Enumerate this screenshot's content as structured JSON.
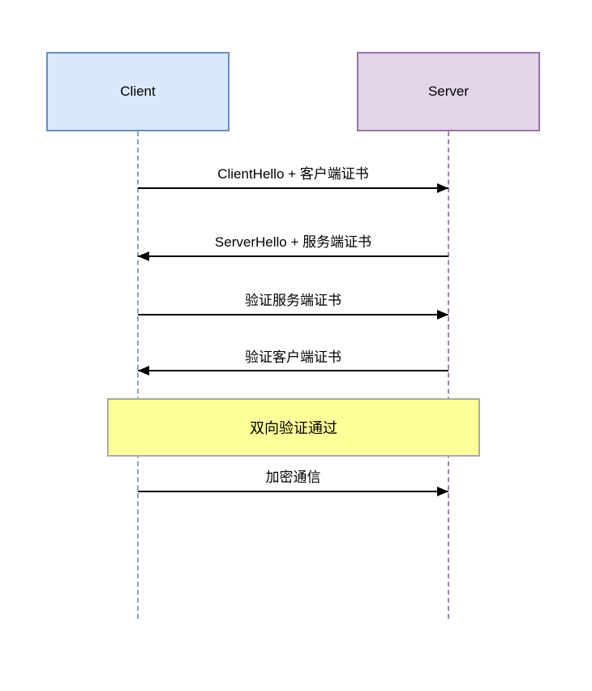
{
  "diagram": {
    "type": "sequence",
    "actors": [
      {
        "label": "Client"
      },
      {
        "label": "Server"
      }
    ],
    "messages": [
      {
        "label": "ClientHello + 客户端证书",
        "from": "Client",
        "to": "Server",
        "direction": "right"
      },
      {
        "label": "ServerHello + 服务端证书",
        "from": "Server",
        "to": "Client",
        "direction": "left"
      },
      {
        "label": "验证服务端证书",
        "from": "Client",
        "to": "Server",
        "direction": "right"
      },
      {
        "label": "验证客户端证书",
        "from": "Server",
        "to": "Client",
        "direction": "left"
      },
      {
        "label": "加密通信",
        "from": "Client",
        "to": "Server",
        "direction": "right"
      }
    ],
    "note": {
      "label": "双向验证通过"
    }
  },
  "colors": {
    "background": "#ffffff",
    "text": "#000000",
    "arrow": "#000000",
    "client_fill": "#dae8fc",
    "client_border": "#6c8ebf",
    "client_lifeline": "#85a3d1",
    "server_fill": "#e1d5e7",
    "server_border": "#9673a6",
    "server_lifeline": "#a283b5",
    "note_fill": "#ffff99",
    "note_border": "#abab9b"
  }
}
